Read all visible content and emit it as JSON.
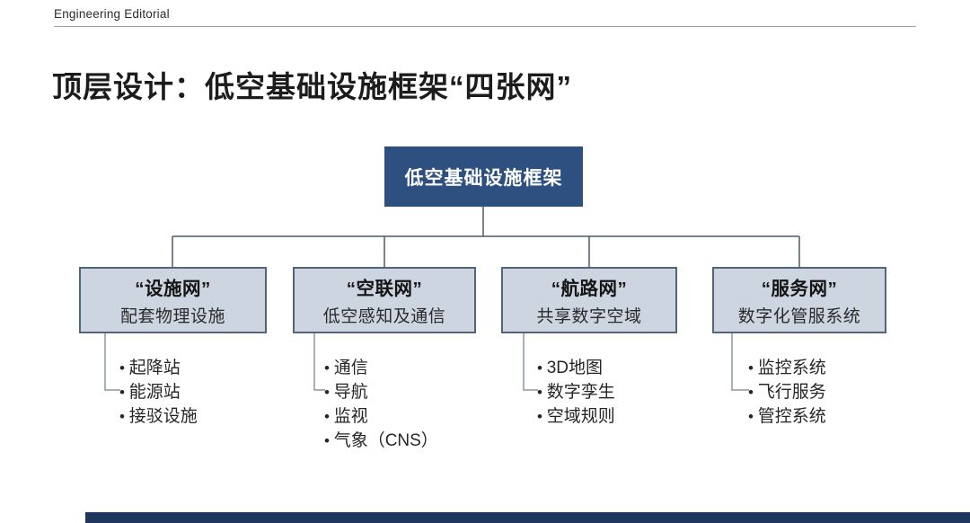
{
  "header": {
    "brand": "Engineering Editorial"
  },
  "title": "顶层设计：低空基础设施框架“四张网”",
  "diagram": {
    "root": {
      "label": "低空基础设施框架"
    },
    "branches": [
      {
        "name": "“设施网”",
        "subtitle": "配套物理设施",
        "items": [
          "起降站",
          "能源站",
          "接驳设施"
        ]
      },
      {
        "name": "“空联网”",
        "subtitle": "低空感知及通信",
        "items": [
          "通信",
          "导航",
          "监视",
          "气象（CNS）"
        ]
      },
      {
        "name": "“航路网”",
        "subtitle": "共享数字空域",
        "items": [
          "3D地图",
          "数字孪生",
          "空域规则"
        ]
      },
      {
        "name": "“服务网”",
        "subtitle": "数字化管服系统",
        "items": [
          "监控系统",
          "飞行服务",
          "管控系统"
        ]
      }
    ]
  },
  "colors": {
    "root_fill": "#2e5080",
    "branch_fill": "#cdd5e1",
    "branch_border": "#54657a",
    "connector": "#4d5a68",
    "elbow": "#8b97a4",
    "footer_bar": "#20365e"
  }
}
